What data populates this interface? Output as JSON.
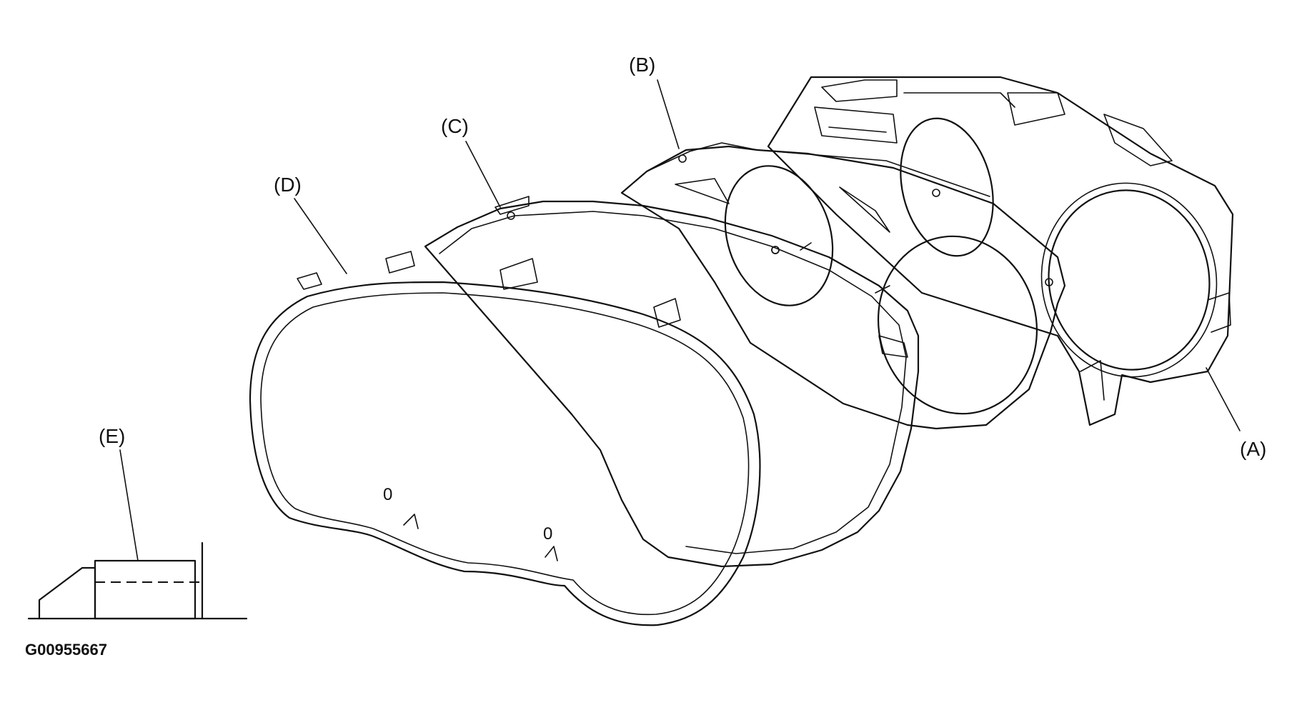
{
  "labels": {
    "a": "(A)",
    "b": "(B)",
    "c": "(C)",
    "d": "(D)",
    "e": "(E)"
  },
  "dial_marks": {
    "left": "0",
    "right": "0"
  },
  "figure_code": "G00955667"
}
